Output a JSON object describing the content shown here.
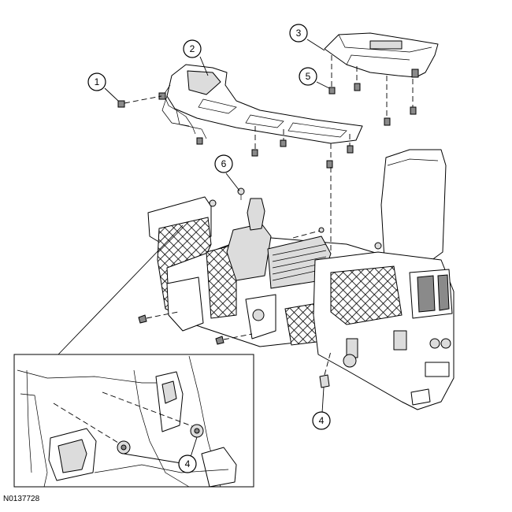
{
  "figure_id": "N0137728",
  "callouts": {
    "c1": "1",
    "c2": "2",
    "c3": "3",
    "c4_main": "4",
    "c4_detail": "4",
    "c5": "5",
    "c6": "6"
  }
}
